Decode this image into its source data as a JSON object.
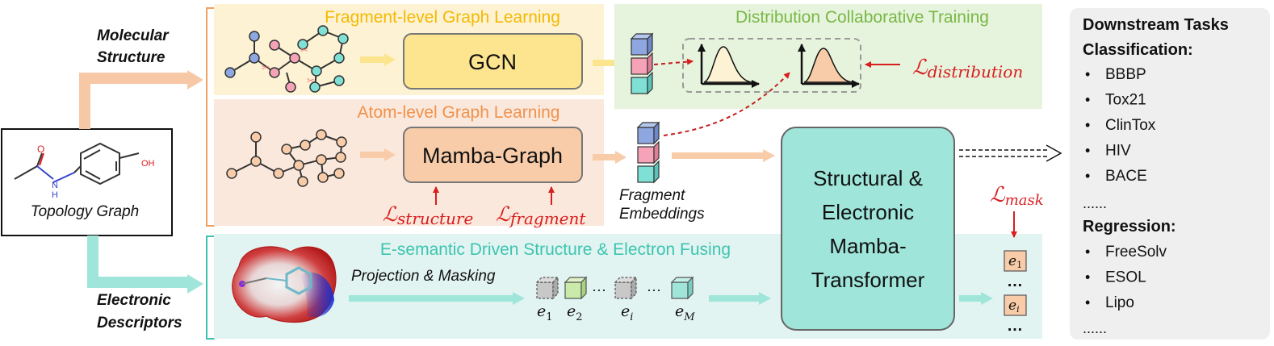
{
  "topology": {
    "caption": "Topology Graph",
    "o_label": "O",
    "oh_label": "OH",
    "h_label": "H",
    "n_label": "N"
  },
  "input_labels": {
    "molecular_1": "Molecular",
    "molecular_2": "Structure",
    "electronic_1": "Electronic",
    "electronic_2": "Descriptors"
  },
  "fragment_panel": {
    "title": "Fragment-level Graph Learning",
    "model": "GCN"
  },
  "atom_panel": {
    "title": "Atom-level Graph Learning",
    "model": "Mamba-Graph",
    "loss_structure_base": "ℒ",
    "loss_structure_sub": "structure",
    "loss_fragment_base": "ℒ",
    "loss_fragment_sub": "fragment"
  },
  "fragment_embeddings": {
    "line1": "Fragment",
    "line2": "Embeddings"
  },
  "distribution_panel": {
    "title": "Distribution Collaborative Training",
    "loss_base": "ℒ",
    "loss_sub": "distribution"
  },
  "esemantic_panel": {
    "title": "E-semantic Driven Structure & Electron Fusing",
    "projection_label": "Projection & Masking",
    "tokens": [
      {
        "base": "e",
        "sub": "1"
      },
      {
        "base": "e",
        "sub": "2"
      },
      {
        "base": "e",
        "sub": "i"
      },
      {
        "base": "e",
        "sub": "M"
      }
    ],
    "ellipsis": "···"
  },
  "transformer": {
    "line1": "Structural &",
    "line2": "Electronic",
    "line3": "Mamba-",
    "line4": "Transformer"
  },
  "mask_loss": {
    "base": "ℒ",
    "sub": "mask"
  },
  "outputs": {
    "e1_base": "e",
    "e1_sub": "1",
    "ei_base": "e",
    "ei_sub": "i",
    "dots": "…"
  },
  "downstream": {
    "title": "Downstream Tasks",
    "classification_label": "Classification:",
    "classification": [
      "BBBP",
      "Tox21",
      "ClinTox",
      "HIV",
      "BACE"
    ],
    "classification_more": "......",
    "regression_label": "Regression:",
    "regression": [
      "FreeSolv",
      "ESOL",
      "Lipo"
    ],
    "regression_more": "......",
    "bullet": "•"
  },
  "colors": {
    "fragment_panel": "#fdf3d4",
    "fragment_title": "#f5b800",
    "atom_panel": "#fbe8dd",
    "atom_title": "#f0914a",
    "distribution_panel": "#e6f3dd",
    "distribution_title": "#78b844",
    "esemantic_panel": "#e2f4f1",
    "esemantic_title": "#3cc4b0",
    "loss_red": "#d81e1e",
    "gcn_fill": "#fde58f",
    "mamba_graph_fill": "#f8cca8",
    "transformer_fill": "#9fe5da",
    "downstream_bg": "#efefef"
  }
}
